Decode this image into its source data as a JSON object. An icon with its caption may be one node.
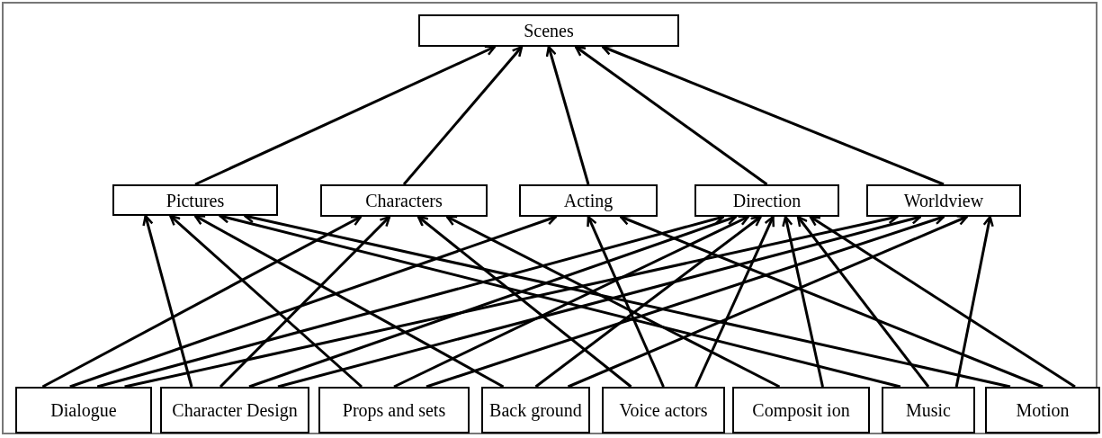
{
  "diagram": {
    "nodes": [
      {
        "text": [
          "Scenes"
        ]
      },
      {
        "text": [
          "Pictures"
        ]
      },
      {
        "text": [
          "Characters"
        ]
      },
      {
        "text": [
          "Acting"
        ]
      },
      {
        "text": [
          "Direction"
        ]
      },
      {
        "text": [
          "Worldview"
        ]
      },
      {
        "text": [
          "Dialogue"
        ]
      },
      {
        "text": [
          "Character Design"
        ]
      },
      {
        "text": [
          "Props and sets"
        ]
      },
      {
        "text": [
          "Back ground"
        ]
      },
      {
        "text": [
          "Voice actors"
        ]
      },
      {
        "text": [
          "Composit ion"
        ]
      },
      {
        "text": [
          "Music"
        ]
      },
      {
        "text": [
          "Motion"
        ]
      }
    ],
    "edges": [
      {
        "from": 1,
        "to": 0,
        "arrow": "to"
      },
      {
        "from": 2,
        "to": 0,
        "arrow": "to"
      },
      {
        "from": 3,
        "to": 0,
        "arrow": "to"
      },
      {
        "from": 4,
        "to": 0,
        "arrow": "to"
      },
      {
        "from": 5,
        "to": 0,
        "arrow": "to"
      },
      {
        "from": 7,
        "to": 1,
        "arrow": "to"
      },
      {
        "from": 8,
        "to": 1,
        "arrow": "to"
      },
      {
        "from": 9,
        "to": 1,
        "arrow": "to"
      },
      {
        "from": 12,
        "to": 1,
        "arrow": "to"
      },
      {
        "from": 13,
        "to": 1,
        "arrow": "to"
      },
      {
        "from": 6,
        "to": 2,
        "arrow": "to"
      },
      {
        "from": 7,
        "to": 2,
        "arrow": "to"
      },
      {
        "from": 10,
        "to": 2,
        "arrow": "to"
      },
      {
        "from": 11,
        "to": 2,
        "arrow": "to"
      },
      {
        "from": 6,
        "to": 3,
        "arrow": "to"
      },
      {
        "from": 10,
        "to": 3,
        "arrow": "to"
      },
      {
        "from": 13,
        "to": 3,
        "arrow": "to"
      },
      {
        "from": 6,
        "to": 4,
        "arrow": "to"
      },
      {
        "from": 7,
        "to": 4,
        "arrow": "to"
      },
      {
        "from": 8,
        "to": 4,
        "arrow": "to"
      },
      {
        "from": 9,
        "to": 4,
        "arrow": "to"
      },
      {
        "from": 10,
        "to": 4,
        "arrow": "to"
      },
      {
        "from": 11,
        "to": 4,
        "arrow": "to"
      },
      {
        "from": 12,
        "to": 4,
        "arrow": "to"
      },
      {
        "from": 13,
        "to": 4,
        "arrow": "to"
      },
      {
        "from": 6,
        "to": 5,
        "arrow": "to"
      },
      {
        "from": 7,
        "to": 5,
        "arrow": "to"
      },
      {
        "from": 8,
        "to": 5,
        "arrow": "to"
      },
      {
        "from": 9,
        "to": 5,
        "arrow": "to"
      },
      {
        "from": 12,
        "to": 5,
        "arrow": "to"
      }
    ]
  }
}
